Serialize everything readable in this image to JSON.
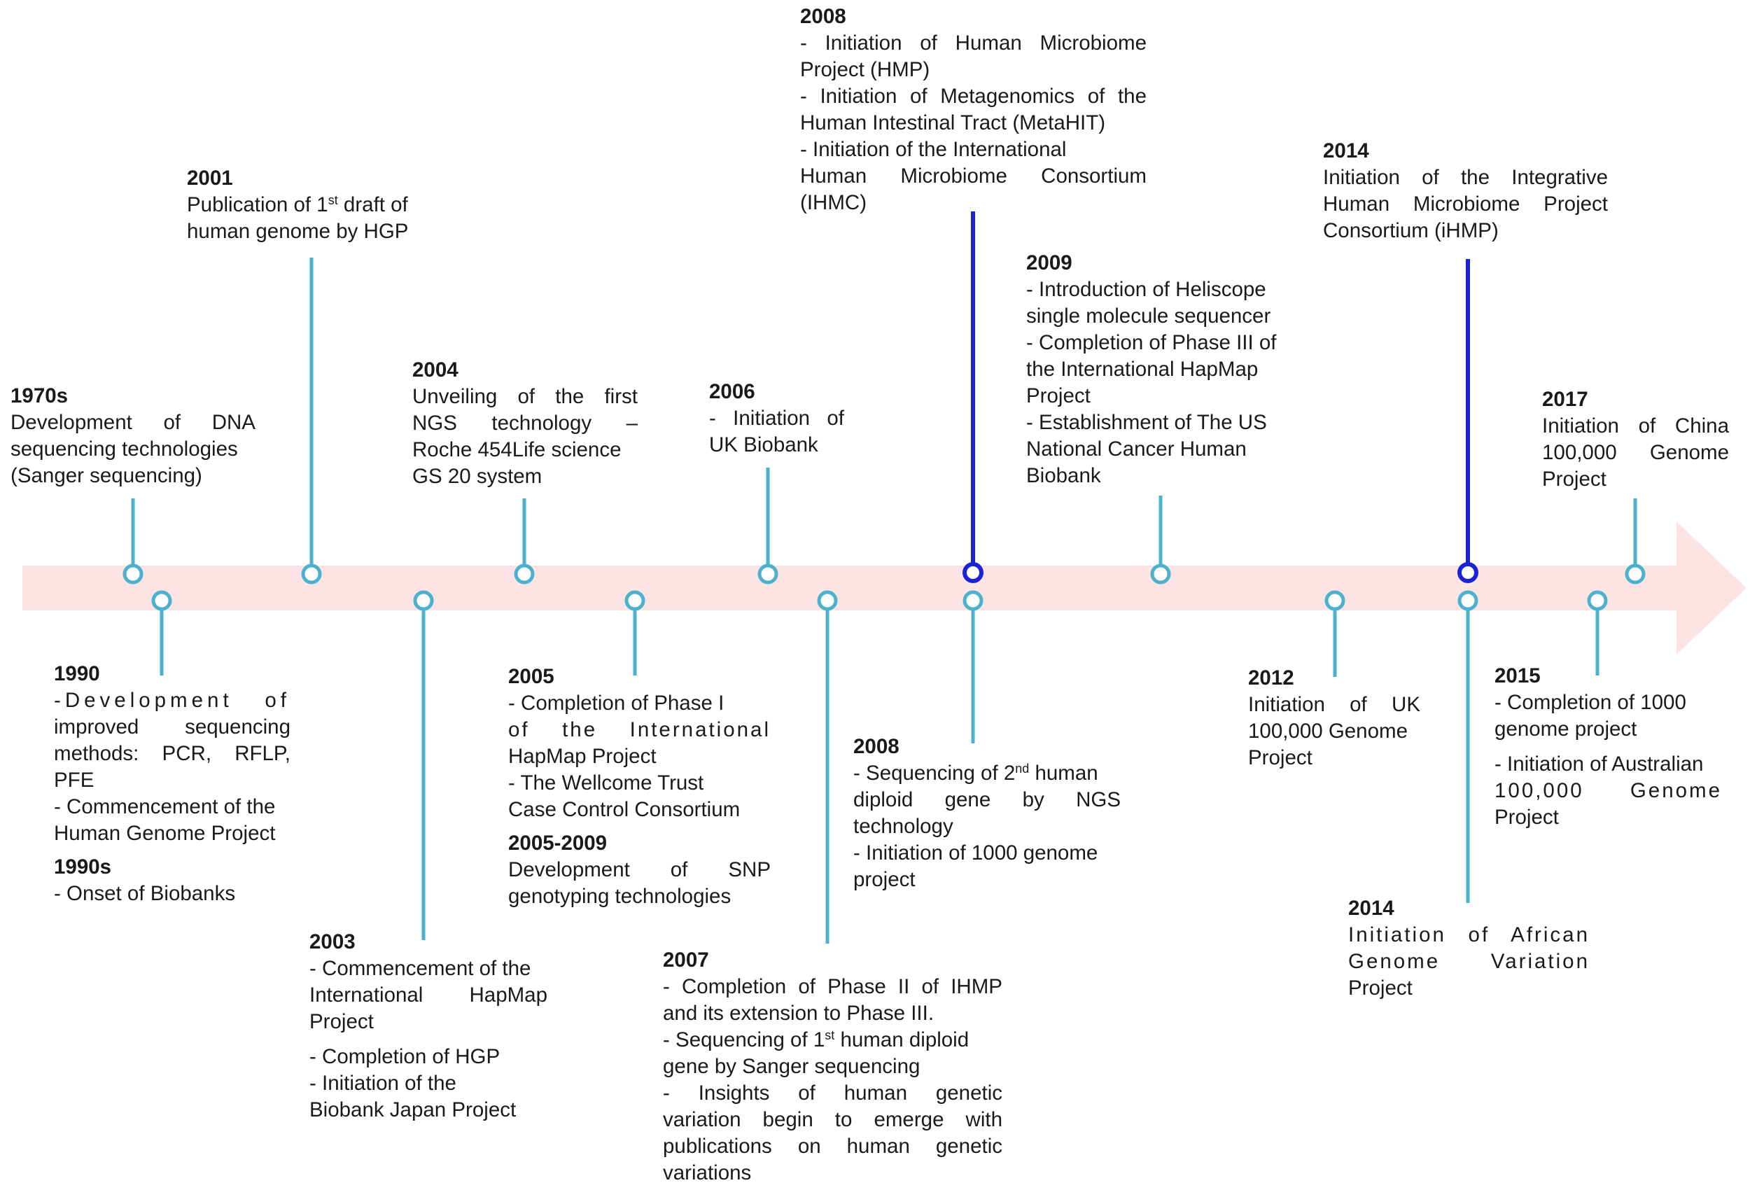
{
  "colors": {
    "arrow": "#fce4e4",
    "stem": "#4cb1cc",
    "highlight": "#1a22d6"
  },
  "events": [
    {
      "id": "e1970s",
      "lines": [
        {
          "t": "1970s",
          "b": true
        },
        {
          "t": "Development of DNA",
          "j": true
        },
        {
          "t": "sequencing technologies"
        },
        {
          "t": "(Sanger sequencing)"
        }
      ]
    },
    {
      "id": "e2001",
      "lines": [
        {
          "t": "2001",
          "b": true
        },
        {
          "t": "Publication of 1",
          "sup": "st",
          "tail": " draft of"
        },
        {
          "t": "human genome by HGP"
        }
      ]
    },
    {
      "id": "e2004",
      "lines": [
        {
          "t": "2004",
          "b": true
        },
        {
          "t": "Unveiling of the first",
          "j": true
        },
        {
          "t": "NGS technology –",
          "j": true
        },
        {
          "t": "Roche 454Life science"
        },
        {
          "t": "GS 20 system"
        }
      ]
    },
    {
      "id": "e2006",
      "lines": [
        {
          "t": "2006",
          "b": true
        },
        {
          "t": "- Initiation of",
          "j": true
        },
        {
          "t": "UK Biobank"
        }
      ]
    },
    {
      "id": "e2008top",
      "lines": [
        {
          "t": "2008",
          "b": true
        },
        {
          "t": "- Initiation of Human Microbiome",
          "j": true
        },
        {
          "t": "Project (HMP)"
        },
        {
          "t": "- Initiation of Metagenomics of the",
          "j": true
        },
        {
          "t": "Human Intestinal Tract (MetaHIT)"
        },
        {
          "t": "- Initiation of the International"
        },
        {
          "t": "Human Microbiome Consortium",
          "j": true
        },
        {
          "t": "(IHMC)"
        }
      ]
    },
    {
      "id": "e2009",
      "lines": [
        {
          "t": "2009",
          "b": true
        },
        {
          "t": "- Introduction of Heliscope"
        },
        {
          "t": "single molecule sequencer"
        },
        {
          "t": "- Completion of Phase III of"
        },
        {
          "t": "the International HapMap"
        },
        {
          "t": "Project"
        },
        {
          "t": "- Establishment of The US"
        },
        {
          "t": "National Cancer Human"
        },
        {
          "t": "Biobank"
        }
      ]
    },
    {
      "id": "e2014top",
      "lines": [
        {
          "t": "2014",
          "b": true
        },
        {
          "t": "Initiation of the Integrative",
          "j": true
        },
        {
          "t": "Human Microbiome Project",
          "j": true
        },
        {
          "t": "Consortium (iHMP)"
        }
      ]
    },
    {
      "id": "e2017",
      "lines": [
        {
          "t": "2017",
          "b": true
        },
        {
          "t": "Initiation of China",
          "j": true
        },
        {
          "t": "100,000 Genome",
          "j": true
        },
        {
          "t": "Project"
        }
      ]
    },
    {
      "id": "e1990",
      "lines": [
        {
          "t": "1990",
          "b": true
        },
        {
          "t": "-Development of",
          "j": true,
          "ls": 2
        },
        {
          "t": "improved sequencing",
          "j": true
        },
        {
          "t": "methods: PCR, RFLP,",
          "j": true
        },
        {
          "t": "PFE"
        },
        {
          "t": "- Commencement of the"
        },
        {
          "t": "Human Genome Project"
        },
        {
          "t": "1990s",
          "b": true,
          "gap": true
        },
        {
          "t": "- Onset of Biobanks"
        }
      ]
    },
    {
      "id": "e2003",
      "lines": [
        {
          "t": "2003",
          "b": true
        },
        {
          "t": "- Commencement of the"
        },
        {
          "t": "International HapMap",
          "j": true
        },
        {
          "t": "Project"
        },
        {
          "t": "- Completion of HGP",
          "gap": true
        },
        {
          "t": "- Initiation of the"
        },
        {
          "t": "Biobank Japan Project"
        }
      ]
    },
    {
      "id": "e2005",
      "lines": [
        {
          "t": "2005",
          "b": true
        },
        {
          "t": "- Completion of Phase I"
        },
        {
          "t": "of the International",
          "j": true,
          "ls": 1
        },
        {
          "t": "HapMap Project"
        },
        {
          "t": "- The Wellcome Trust"
        },
        {
          "t": "Case Control Consortium"
        },
        {
          "t": "2005-2009",
          "b": true,
          "gap": true
        },
        {
          "t": "Development of SNP",
          "j": true
        },
        {
          "t": "genotyping technologies"
        }
      ]
    },
    {
      "id": "e2007",
      "lines": [
        {
          "t": "2007",
          "b": true
        },
        {
          "t": "- Completion of Phase II of IHMP",
          "j": true
        },
        {
          "t": "and its extension to Phase III."
        },
        {
          "t": "- Sequencing of 1",
          "sup": "st",
          "tail": " human diploid"
        },
        {
          "t": "gene by Sanger sequencing"
        },
        {
          "t": "- Insights of human genetic",
          "j": true
        },
        {
          "t": "variation begin to emerge with",
          "j": true
        },
        {
          "t": "publications on human genetic",
          "j": true
        },
        {
          "t": "variations"
        }
      ]
    },
    {
      "id": "e2008bottom",
      "lines": [
        {
          "t": "2008",
          "b": true
        },
        {
          "t": "- Sequencing of 2",
          "sup": "nd",
          "tail": " human"
        },
        {
          "t": "diploid gene by NGS",
          "j": true
        },
        {
          "t": "technology"
        },
        {
          "t": "- Initiation of 1000 genome"
        },
        {
          "t": "project"
        }
      ]
    },
    {
      "id": "e2012",
      "lines": [
        {
          "t": "2012",
          "b": true
        },
        {
          "t": "Initiation of UK",
          "j": true
        },
        {
          "t": "100,000 Genome"
        },
        {
          "t": "Project"
        }
      ]
    },
    {
      "id": "e2015",
      "lines": [
        {
          "t": "2015",
          "b": true
        },
        {
          "t": "- Completion of 1000"
        },
        {
          "t": "genome project"
        },
        {
          "t": "- Initiation of Australian",
          "gap": true
        },
        {
          "t": "100,000 Genome",
          "j": true,
          "ls": 1
        },
        {
          "t": "Project"
        }
      ]
    },
    {
      "id": "e2014bottom",
      "lines": [
        {
          "t": "2014",
          "b": true
        },
        {
          "t": "Initiation of African",
          "j": true,
          "ls": 1
        },
        {
          "t": "Genome Variation",
          "j": true,
          "ls": 1
        },
        {
          "t": "Project"
        }
      ]
    }
  ]
}
